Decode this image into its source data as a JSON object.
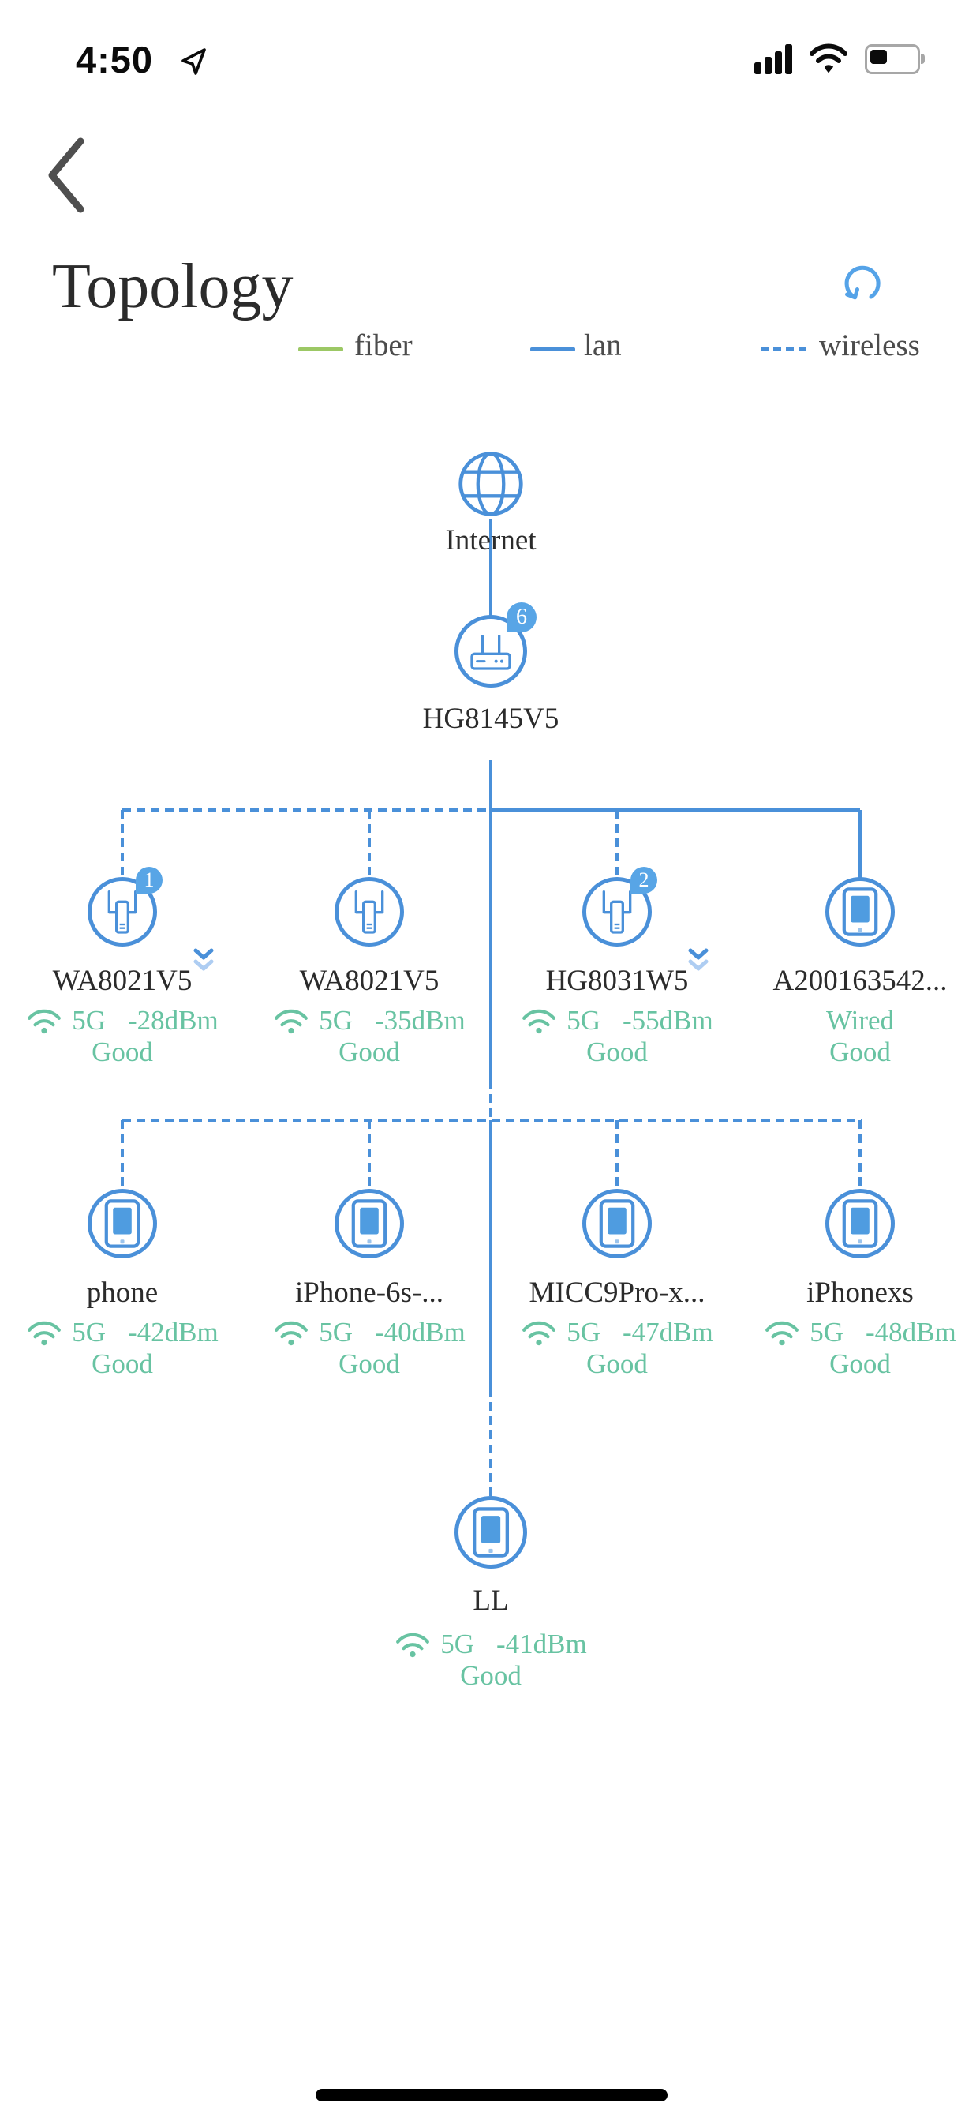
{
  "status_bar": {
    "time": "4:50"
  },
  "header": {
    "title": "Topology"
  },
  "legend": {
    "fiber": {
      "label": "fiber",
      "style": "solid",
      "color": "#9cc865"
    },
    "lan": {
      "label": "lan",
      "style": "solid",
      "color": "#4a90d9"
    },
    "wireless": {
      "label": "wireless",
      "style": "dashed",
      "color": "#4a90d9"
    }
  },
  "nodes": {
    "internet": {
      "label": "Internet"
    },
    "gateway": {
      "label": "HG8145V5",
      "badge": "6"
    },
    "row1": [
      {
        "label": "WA8021V5",
        "badge": "1",
        "band": "5G",
        "strength": "-28dBm",
        "status": "Good",
        "link": "wireless",
        "expandable": true
      },
      {
        "label": "WA8021V5",
        "band": "5G",
        "strength": "-35dBm",
        "status": "Good",
        "link": "wireless"
      },
      {
        "label": "HG8031W5",
        "badge": "2",
        "band": "5G",
        "strength": "-55dBm",
        "status": "Good",
        "link": "wireless",
        "expandable": true
      },
      {
        "label": "A200163542...",
        "connection": "Wired",
        "status": "Good",
        "link": "lan"
      }
    ],
    "row2": [
      {
        "label": "phone",
        "band": "5G",
        "strength": "-42dBm",
        "status": "Good",
        "link": "wireless"
      },
      {
        "label": "iPhone-6s-...",
        "band": "5G",
        "strength": "-40dBm",
        "status": "Good",
        "link": "wireless"
      },
      {
        "label": "MICC9Pro-x...",
        "band": "5G",
        "strength": "-47dBm",
        "status": "Good",
        "link": "wireless"
      },
      {
        "label": "iPhonexs",
        "band": "5G",
        "strength": "-48dBm",
        "status": "Good",
        "link": "wireless"
      }
    ],
    "row3": [
      {
        "label": "LL",
        "band": "5G",
        "strength": "-41dBm",
        "status": "Good",
        "link": "wireless"
      }
    ]
  },
  "colors": {
    "line_blue": "#4a90d9",
    "badge_blue": "#58a5e6",
    "fiber_green": "#9cc865",
    "signal_green": "#68c3a2",
    "text_dark": "#2b2b2b"
  }
}
